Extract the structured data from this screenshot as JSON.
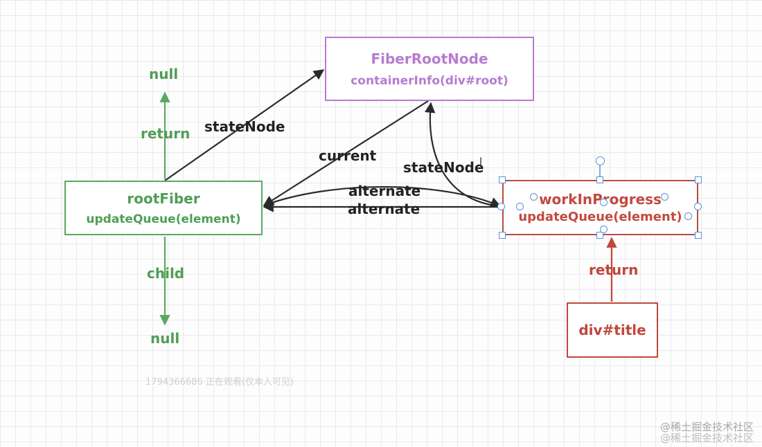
{
  "nodes": {
    "fiber_root_node": {
      "title": "FiberRootNode",
      "sub": "containerInfo(div#root)"
    },
    "root_fiber": {
      "title": "rootFiber",
      "sub": "updateQueue(element)"
    },
    "work_in_progress": {
      "title": "workInProgress",
      "sub": "updateQueue(element)"
    },
    "div_title": {
      "title": "div#title"
    }
  },
  "edge_labels": {
    "state_node_left": "stateNode",
    "current": "current",
    "state_node_right": "stateNode",
    "alternate_top": "alternate",
    "alternate_bottom": "alternate",
    "return_green": "return",
    "null_top": "null",
    "child": "child",
    "null_bottom": "null",
    "return_red": "return"
  },
  "overlay": {
    "viewer_notice": "1794366686 正在观看(仅本人可见)",
    "watermark": "@稀土掘金技术社区"
  },
  "colors": {
    "purple": "#b77bd0",
    "green": "#4f9e55",
    "red": "#c0473c",
    "dark": "#222222",
    "selection_handle": "#5b8fd6"
  }
}
